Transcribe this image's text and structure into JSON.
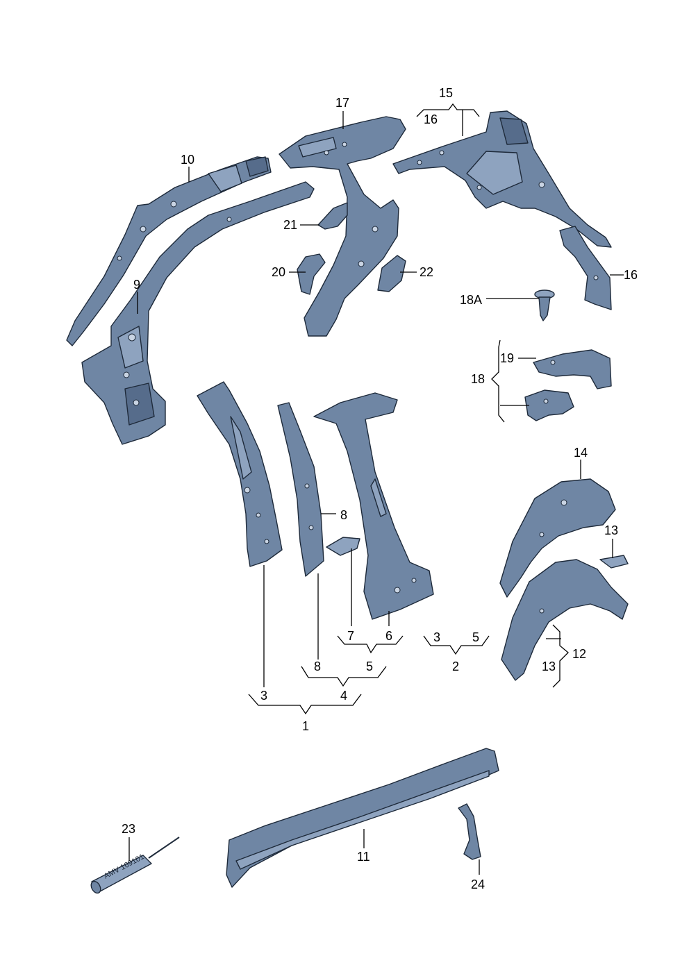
{
  "labels": {
    "l1": "1",
    "l2": "2",
    "l3a": "3",
    "l3b": "3",
    "l4": "4",
    "l5a": "5",
    "l5b": "5",
    "l6": "6",
    "l7a": "7",
    "l8a": "8",
    "l8b": "8",
    "l9": "9",
    "l10": "10",
    "l11": "11",
    "l12": "12",
    "l13a": "13",
    "l13b": "13",
    "l14": "14",
    "l15": "15",
    "l16a": "16",
    "l16b": "16",
    "l17": "17",
    "l18": "18",
    "l18A": "18A",
    "l19": "19",
    "l20": "20",
    "l21": "21",
    "l22": "22",
    "l23": "23",
    "l24": "24"
  },
  "tube_marking": "AMV 169101",
  "colors": {
    "part_fill": "#6f86a4",
    "part_stroke": "#1e2a3a",
    "highlight": "#c9d4e3"
  }
}
